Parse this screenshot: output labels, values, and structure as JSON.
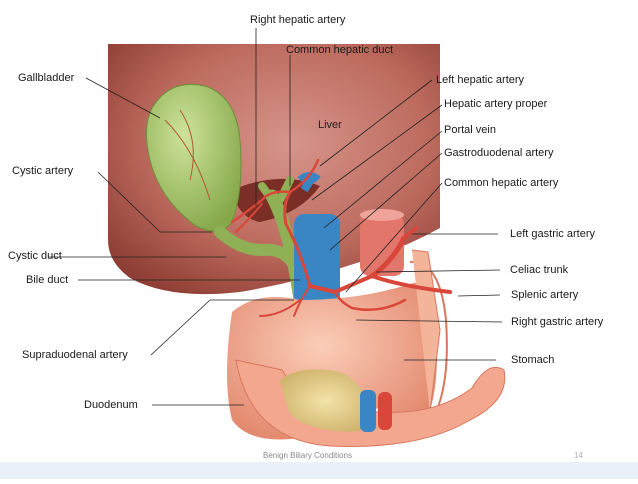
{
  "labels": {
    "right_hepatic_artery": "Right hepatic artery",
    "common_hepatic_duct": "Common hepatic duct",
    "gallbladder": "Gallbladder",
    "left_hepatic_artery": "Left hepatic artery",
    "hepatic_artery_proper": "Hepatic artery proper",
    "liver": "Liver",
    "portal_vein": "Portal vein",
    "gastroduodenal_artery": "Gastroduodenal artery",
    "cystic_artery": "Cystic artery",
    "common_hepatic_artery": "Common hepatic artery",
    "left_gastric_artery": "Left gastric artery",
    "cystic_duct": "Cystic duct",
    "celiac_trunk": "Celiac trunk",
    "bile_duct": "Bile duct",
    "splenic_artery": "Splenic artery",
    "right_gastric_artery": "Right gastric artery",
    "supraduodenal_artery": "Supraduodenal artery",
    "stomach": "Stomach",
    "duodenum": "Duodenum"
  },
  "footer": {
    "caption": "Benign Biliary Conditions",
    "slide_number": "14"
  },
  "colors": {
    "liver": "#b0574a",
    "gallbladder": "#a6c46a",
    "artery": "#d9463a",
    "vein": "#3f86c8",
    "stomach": "#f0a58c",
    "footer_bar": "#eaf0f8"
  }
}
